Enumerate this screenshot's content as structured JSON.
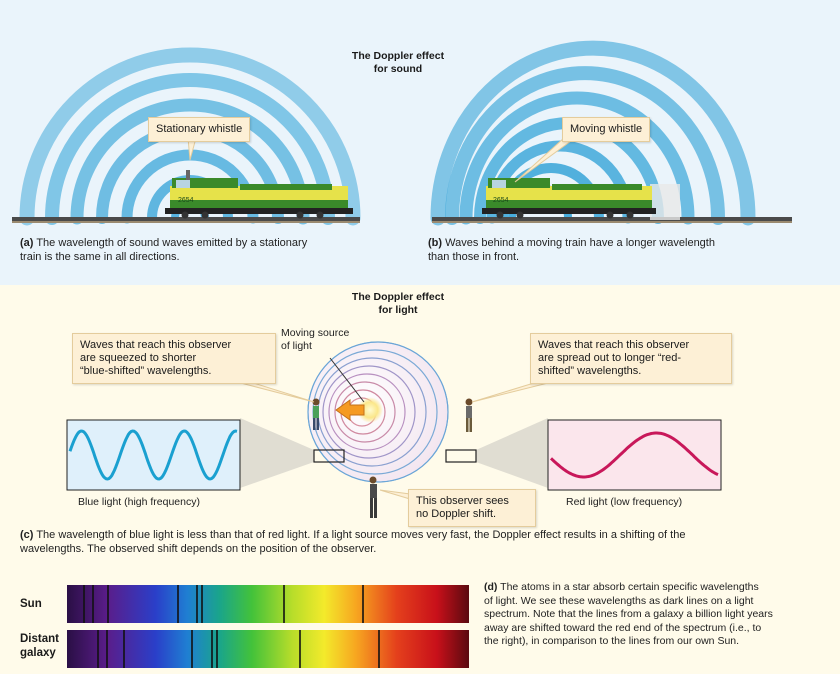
{
  "sound": {
    "title_line1": "The Doppler effect",
    "title_line2": "for sound",
    "stationary_label": "Stationary whistle",
    "moving_label": "Moving whistle",
    "train_number": "2654",
    "caption_a_tag": "(a)",
    "caption_a_line1": "The wavelength of sound waves emitted by a stationary",
    "caption_a_line2": "train is the same in all directions.",
    "caption_b_tag": "(b)",
    "caption_b_line1": "Waves behind a moving train have a longer wavelength",
    "caption_b_line2": "than those in front."
  },
  "light": {
    "title_line1": "The Doppler effect",
    "title_line2": "for light",
    "source_line1": "Moving source",
    "source_line2": "of light",
    "left_callout_line1": "Waves that reach this observer",
    "left_callout_line2": "are squeezed to shorter",
    "left_callout_line3": "“blue-shifted” wavelengths.",
    "right_callout_line1": "Waves that reach this observer",
    "right_callout_line2": "are spread out to longer “red-",
    "right_callout_line3": "shifted” wavelengths.",
    "bottom_callout_line1": "This observer sees",
    "bottom_callout_line2": "no Doppler shift.",
    "blue_label": "Blue light (high frequency)",
    "red_label": "Red light (low frequency)",
    "caption_c_tag": "(c)",
    "caption_c_line1": "The wavelength of blue light is less than that of red light. If a light source moves very fast, the Doppler effect results in a shifting of the",
    "caption_c_line2": "wavelengths. The observed shift depends on the position of the observer."
  },
  "spectra": {
    "sun_label": "Sun",
    "galaxy_label_line1": "Distant",
    "galaxy_label_line2": "galaxy",
    "caption_d_tag": "(d)",
    "caption_d_line1": "The atoms in a star absorb certain specific wavelengths",
    "caption_d_line2": "of light. We see these wavelengths as dark lines on a light",
    "caption_d_line3": "spectrum. Note that the lines from a galaxy a billion light years",
    "caption_d_line4": "away are shifted toward the red end of the spectrum (i.e., to",
    "caption_d_line5": "the right), in comparison to the lines from our own Sun."
  },
  "colors": {
    "sound_wave": "#2a9fd6",
    "train_green": "#3a8a2a",
    "train_yellow": "#e6e24a",
    "blue_wave": "#1aa0d0",
    "red_wave": "#c8185a",
    "callout_bg": "#fdf0d6"
  }
}
